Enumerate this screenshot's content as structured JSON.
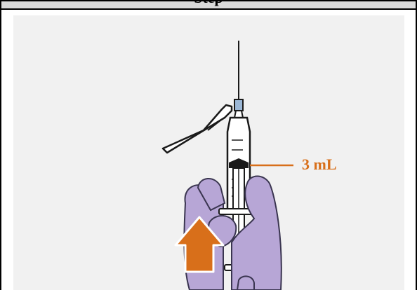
{
  "header": {
    "title": "Step"
  },
  "illustration": {
    "volume_label": "3 mL",
    "colors": {
      "panel_background": "#f1f1f1",
      "glove": "#b7a6d6",
      "glove_outline": "#3a3550",
      "arrow": "#d86f1a",
      "syringe_outline": "#1a1a1a",
      "needle_cap": "#9bb7d6",
      "label": "#d86f1a"
    },
    "icons": [
      "gloved-hand",
      "syringe",
      "needle-cap",
      "up-arrow"
    ]
  }
}
